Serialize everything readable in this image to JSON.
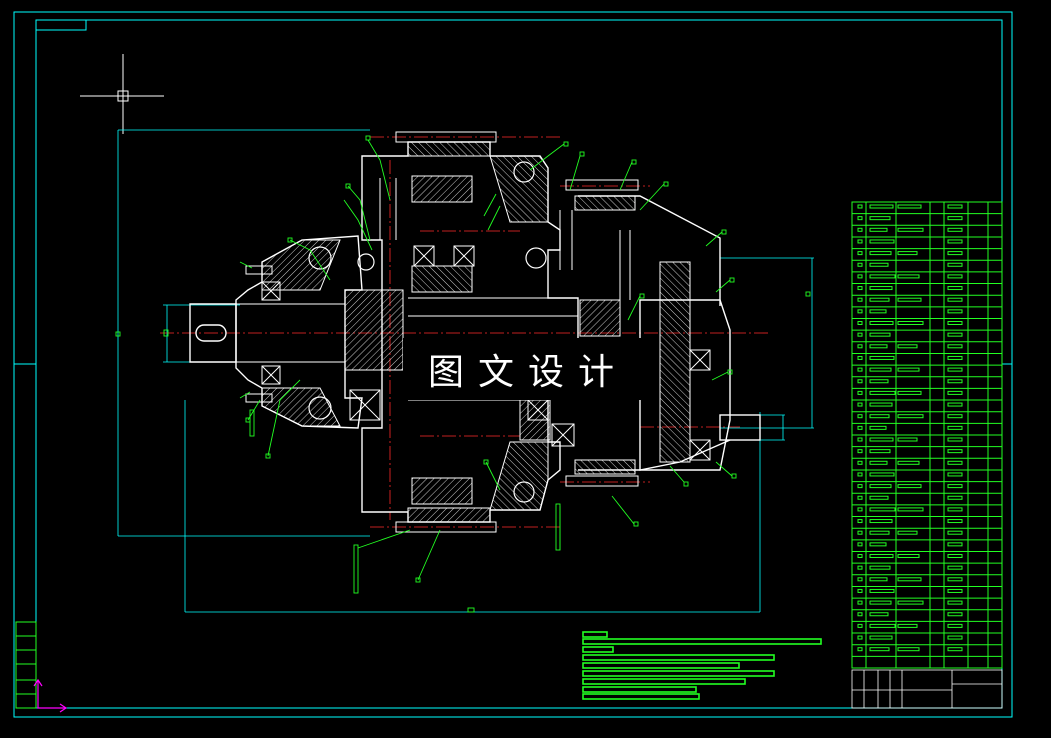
{
  "drawing": {
    "watermark_text": "图文设计",
    "colors": {
      "background": "#000000",
      "frame": "#00ffff",
      "outline": "#ffffff",
      "hatch": "#ffffff",
      "center_line": "#ff2a2a",
      "leader": "#22ff22",
      "parts_list": "#22ff22",
      "ucs_x": "#ff00ff",
      "ucs_y": "#ff00ff",
      "crosshair": "#ffffff"
    },
    "parts_list_rows": 40,
    "tech_note_lines": 8
  }
}
